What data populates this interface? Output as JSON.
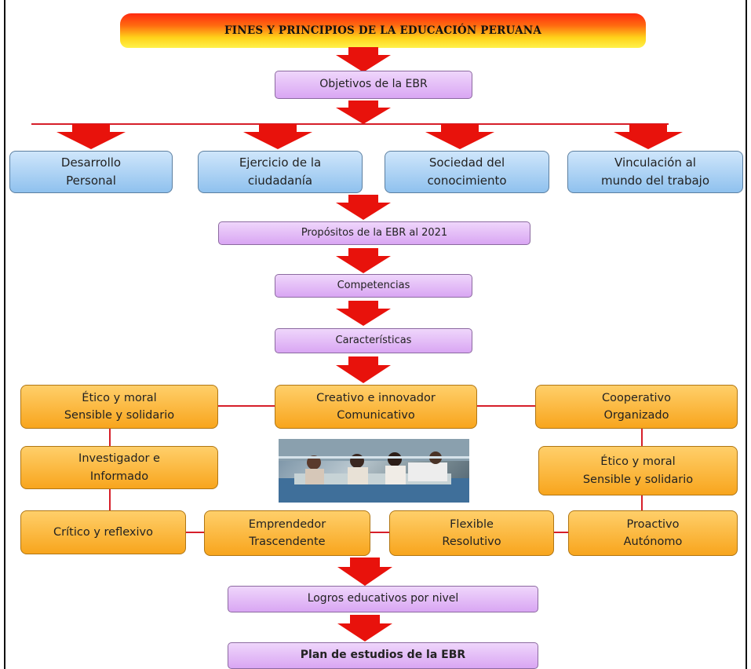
{
  "title": "FINES Y PRINCIPIOS DE LA EDUCACIÓN PERUANA",
  "objetivos": "Objetivos de la EBR",
  "objetivos_items": [
    [
      "Desarrollo",
      "Personal"
    ],
    [
      "Ejercicio de la",
      "ciudadanía"
    ],
    [
      "Sociedad del",
      "conocimiento"
    ],
    [
      "Vinculación al",
      "mundo del trabajo"
    ]
  ],
  "propositos": "Propósitos de la EBR al 2021",
  "competencias": "Competencias",
  "caracteristicas": "Características",
  "characteristic_items": {
    "etico_left": [
      "Ético y moral",
      "Sensible y solidario"
    ],
    "creativo": [
      "Creativo e innovador",
      "Comunicativo"
    ],
    "cooperativo": [
      "Cooperativo",
      "Organizado"
    ],
    "investigador": [
      "Investigador e",
      "Informado"
    ],
    "etico_right": [
      "Ético y moral",
      "Sensible y solidario"
    ],
    "critico": [
      "Crítico y reflexivo"
    ],
    "emprendedor": [
      "Emprendedor",
      "Trascendente"
    ],
    "flexible": [
      "Flexible",
      "Resolutivo"
    ],
    "proactivo": [
      "Proactivo",
      "Autónomo"
    ]
  },
  "logros": "Logros educativos por nivel",
  "plan": "Plan de estudios de la EBR",
  "colors": {
    "arrow": "#e8120c",
    "connector": "#d61f2a",
    "purple_box": "#deb0f5",
    "blue_box": "#9fcaf2",
    "orange_box": "#fbb12e",
    "title_gradient_start": "#ff2a10",
    "title_gradient_end": "#fff24a"
  }
}
